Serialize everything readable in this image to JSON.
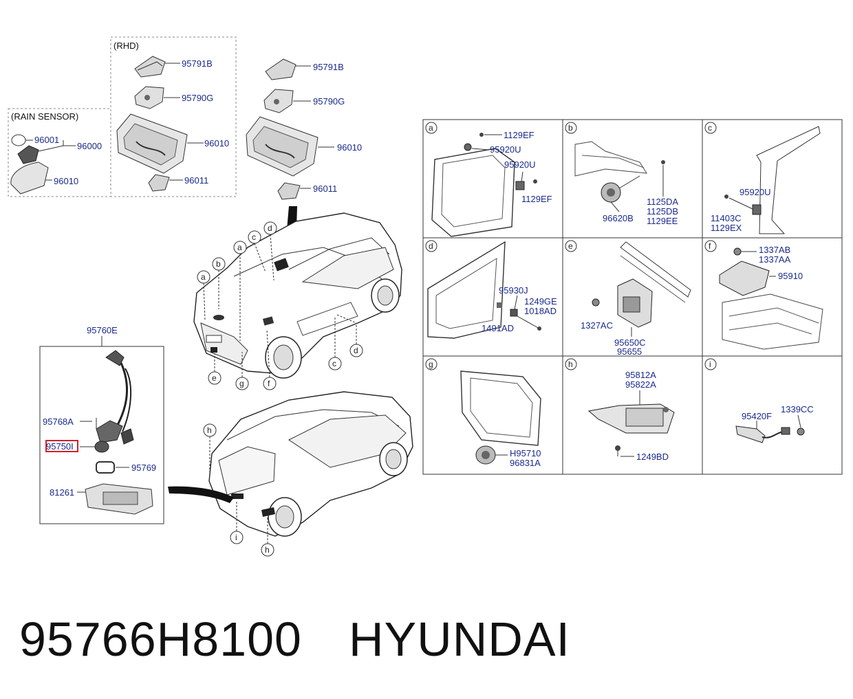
{
  "headers": {
    "rhd": "(RHD)",
    "rain_sensor": "(RAIN SENSOR)"
  },
  "labels": {
    "rhd_95791B": "95791B",
    "rhd_95790G": "95790G",
    "rhd_96010": "96010",
    "rhd_96011": "96011",
    "rs_96001": "96001",
    "rs_96000": "96000",
    "rs_96010": "96010",
    "lhd_95791B": "95791B",
    "lhd_95790G": "95790G",
    "lhd_96010": "96010",
    "lhd_96011": "96011",
    "cam_95760E": "95760E",
    "cam_95768A": "95768A",
    "cam_95750I": "95750I",
    "cam_95769": "95769",
    "cam_81261": "81261",
    "a_1129EF_1": "1129EF",
    "a_95920U_1": "95920U",
    "a_95920U_2": "95920U",
    "a_1129EF_2": "1129EF",
    "b_96620B": "96620B",
    "b_1125DA": "1125DA",
    "b_1125DB": "1125DB",
    "b_1129EE": "1129EE",
    "c_95920U": "95920U",
    "c_11403C": "11403C",
    "c_1129EX": "1129EX",
    "d_95930J": "95930J",
    "d_1249GE": "1249GE",
    "d_1018AD": "1018AD",
    "d_1491AD": "1491AD",
    "e_1327AC": "1327AC",
    "e_95650C": "95650C",
    "e_95655": "95655",
    "f_1337AB": "1337AB",
    "f_1337AA": "1337AA",
    "f_95910": "95910",
    "g_H95710": "H95710",
    "g_96831A": "96831A",
    "h_95812A": "95812A",
    "h_95822A": "95822A",
    "h_1249BD": "1249BD",
    "i_95420F": "95420F",
    "i_1339CC": "1339CC"
  },
  "grid_letters": [
    "a",
    "b",
    "c",
    "d",
    "e",
    "f",
    "g",
    "h",
    "i"
  ],
  "car_callouts": {
    "front": [
      "a",
      "b",
      "c",
      "d",
      "a",
      "e",
      "g",
      "f",
      "c",
      "d"
    ],
    "rear": [
      "h",
      "i",
      "h"
    ]
  },
  "footer": {
    "part_number": "95766H8100",
    "brand": "HYUNDAI"
  },
  "colors": {
    "label": "#1a2a8c",
    "highlight": "#d0202a"
  }
}
